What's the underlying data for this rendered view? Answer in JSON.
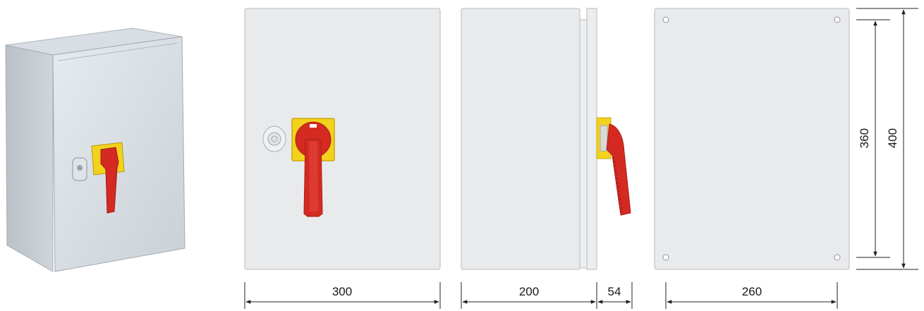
{
  "dimensions": {
    "front_width": "300",
    "side_depth": "200",
    "handle_depth": "54",
    "back_hole_spacing": "260",
    "hole_vertical_spacing": "360",
    "overall_height": "400"
  },
  "colors": {
    "enclosure": "#e9eaec",
    "enclosure_edge": "#b7b9bc",
    "handle_red": "#d42a22",
    "handle_red_dark": "#a81f19",
    "base_yellow": "#f2d21c",
    "base_yellow_dark": "#c9a80e",
    "dimension_line": "#222222"
  },
  "icons": [
    "enclosure-photo",
    "rotary-switch-handle-icon",
    "lock-cylinder-icon",
    "mounting-hole-icon"
  ]
}
